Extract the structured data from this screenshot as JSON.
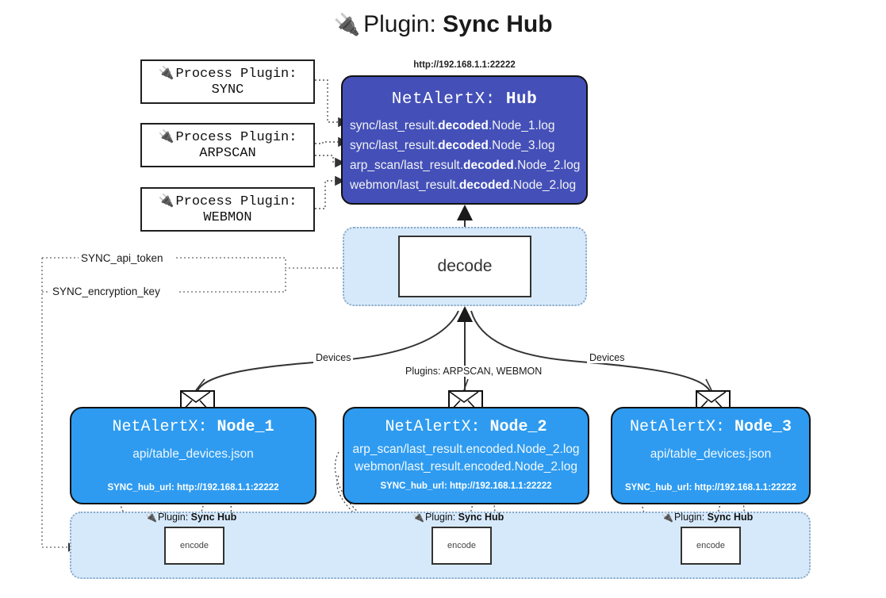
{
  "title": {
    "plug": "🔌",
    "prefix": "Plugin: ",
    "name": "Sync Hub"
  },
  "process_plugins": [
    {
      "plug": "🔌",
      "line1": "Process Plugin:",
      "line2": "SYNC"
    },
    {
      "plug": "🔌",
      "line1": "Process Plugin:",
      "line2": "ARPSCAN"
    },
    {
      "plug": "🔌",
      "line1": "Process Plugin:",
      "line2": "WEBMON"
    }
  ],
  "hub": {
    "url": "http://192.168.1.1:22222",
    "title_prefix": "NetAlertX: ",
    "title_name": "Hub",
    "logs": [
      {
        "pre": "sync/last_result.",
        "bold": "decoded",
        "post": ".Node_1.log"
      },
      {
        "pre": "sync/last_result.",
        "bold": "decoded",
        "post": ".Node_3.log"
      },
      {
        "pre": "arp_scan/last_result.",
        "bold": "decoded",
        "post": ".Node_2.log"
      },
      {
        "pre": "webmon/last_result.",
        "bold": "decoded",
        "post": ".Node_2.log"
      }
    ]
  },
  "decode": {
    "label": "decode"
  },
  "settings": {
    "api_token": "SYNC_api_token",
    "encryption_key": "SYNC_encryption_key"
  },
  "edges": {
    "devices_left": "Devices",
    "devices_right": "Devices",
    "plugins": "Plugins: ARPSCAN, WEBMON"
  },
  "nodes": [
    {
      "title_prefix": "NetAlertX: ",
      "title_name": "Node_1",
      "files": [
        "api/table_devices.json"
      ],
      "url_label": "SYNC_hub_url: ",
      "url": "http://192.168.1.1:22222",
      "icon": "envelope-icon"
    },
    {
      "title_prefix": "NetAlertX: ",
      "title_name": "Node_2",
      "files": [
        "arp_scan/last_result.encoded.Node_2.log",
        "webmon/last_result.encoded.Node_2.log"
      ],
      "url_label": "SYNC_hub_url: ",
      "url": "http://192.168.1.1:22222",
      "icon": "envelope-icon"
    },
    {
      "title_prefix": "NetAlertX: ",
      "title_name": "Node_3",
      "files": [
        "api/table_devices.json"
      ],
      "url_label": "SYNC_hub_url: ",
      "url": "http://192.168.1.1:22222",
      "icon": "envelope-icon"
    }
  ],
  "encode_band": {
    "items": [
      {
        "plug": "🔌",
        "label_prefix": "Plugin: ",
        "label_name": "Sync Hub",
        "box": "encode"
      },
      {
        "plug": "🔌",
        "label_prefix": "Plugin: ",
        "label_name": "Sync Hub",
        "box": "encode"
      },
      {
        "plug": "🔌",
        "label_prefix": "Plugin: ",
        "label_name": "Sync Hub",
        "box": "encode"
      }
    ]
  },
  "colors": {
    "hub": "#4450b8",
    "node": "#2e9bf0",
    "container": "#d6e9fb",
    "stroke": "#111111"
  }
}
